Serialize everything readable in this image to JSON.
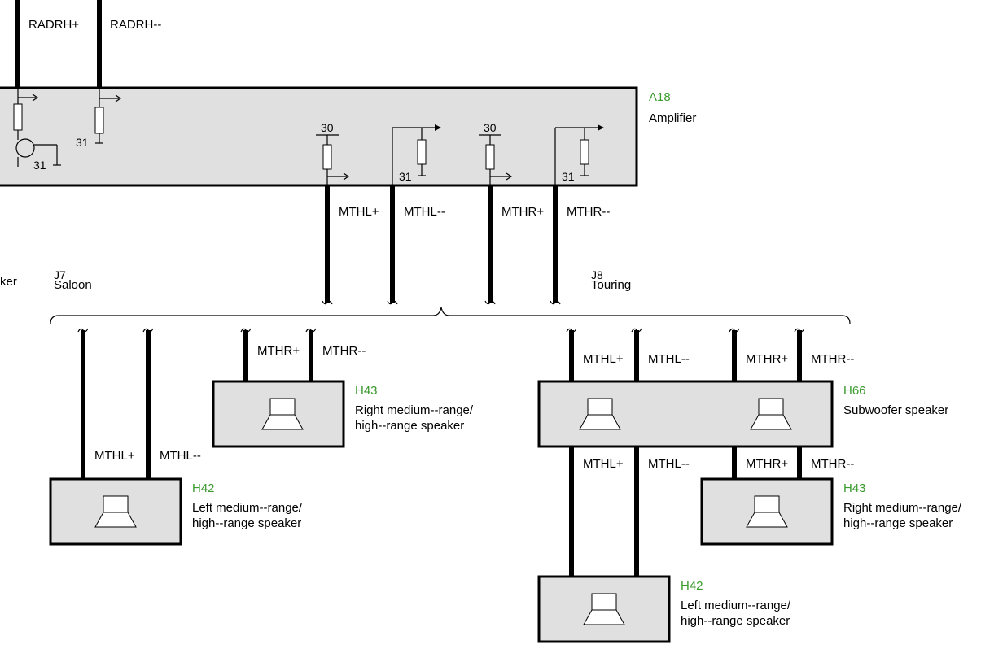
{
  "amplifier": {
    "ref": "A18",
    "name": "Amplifier",
    "inputs": [
      "RADRH+",
      "RADRH--"
    ],
    "ground_labels": [
      "31",
      "31",
      "31",
      "31"
    ],
    "supply_labels": [
      "30",
      "30"
    ],
    "outputs": [
      "MTHL+",
      "MTHL--",
      "MTHR+",
      "MTHR--"
    ]
  },
  "partial_label": "ker",
  "variants": {
    "saloon": {
      "code": "J7",
      "name": "Saloon"
    },
    "touring": {
      "code": "J8",
      "name": "Touring"
    }
  },
  "saloon_speakers": {
    "right": {
      "ref": "H43",
      "line1": "Right medium--range/",
      "line2": "high--range speaker",
      "wires": [
        "MTHR+",
        "MTHR--"
      ]
    },
    "left": {
      "ref": "H42",
      "line1": "Left medium--range/",
      "line2": "high--range speaker",
      "wires": [
        "MTHL+",
        "MTHL--"
      ]
    }
  },
  "touring_speakers": {
    "subwoofer": {
      "ref": "H66",
      "name": "Subwoofer speaker",
      "wires_in": [
        "MTHL+",
        "MTHL--",
        "MTHR+",
        "MTHR--"
      ],
      "wires_out": [
        "MTHL+",
        "MTHL--",
        "MTHR+",
        "MTHR--"
      ]
    },
    "right": {
      "ref": "H43",
      "line1": "Right medium--range/",
      "line2": "high--range speaker"
    },
    "left": {
      "ref": "H42",
      "line1": "Left medium--range/",
      "line2": "high--range speaker"
    }
  },
  "colors": {
    "ref_label": "#3a9a2e",
    "box_fill": "#e0e0e0",
    "wire": "#000000"
  }
}
